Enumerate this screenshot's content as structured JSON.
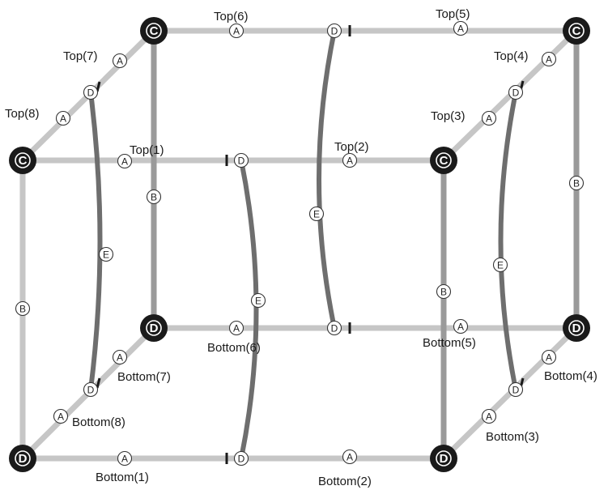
{
  "colors": {
    "member_light": "#c6c6c6",
    "member_mid": "#9a9a9a",
    "member_dark": "#6e6e6e",
    "node_fill": "#1a1a1a",
    "node_ring": "#ffffff",
    "text": "#1a1a1a"
  },
  "node_types": {
    "C": "C",
    "D": "D"
  },
  "marks": {
    "A": "A",
    "B": "B",
    "D": "D",
    "E": "E"
  },
  "labels": {
    "top_1": "Top(1)",
    "top_2": "Top(2)",
    "top_3": "Top(3)",
    "top_4": "Top(4)",
    "top_5": "Top(5)",
    "top_6": "Top(6)",
    "top_7": "Top(7)",
    "top_8": "Top(8)",
    "bottom_1": "Bottom(1)",
    "bottom_2": "Bottom(2)",
    "bottom_3": "Bottom(3)",
    "bottom_4": "Bottom(4)",
    "bottom_5": "Bottom(5)",
    "bottom_6": "Bottom(6)",
    "bottom_7": "Bottom(7)",
    "bottom_8": "Bottom(8)"
  }
}
